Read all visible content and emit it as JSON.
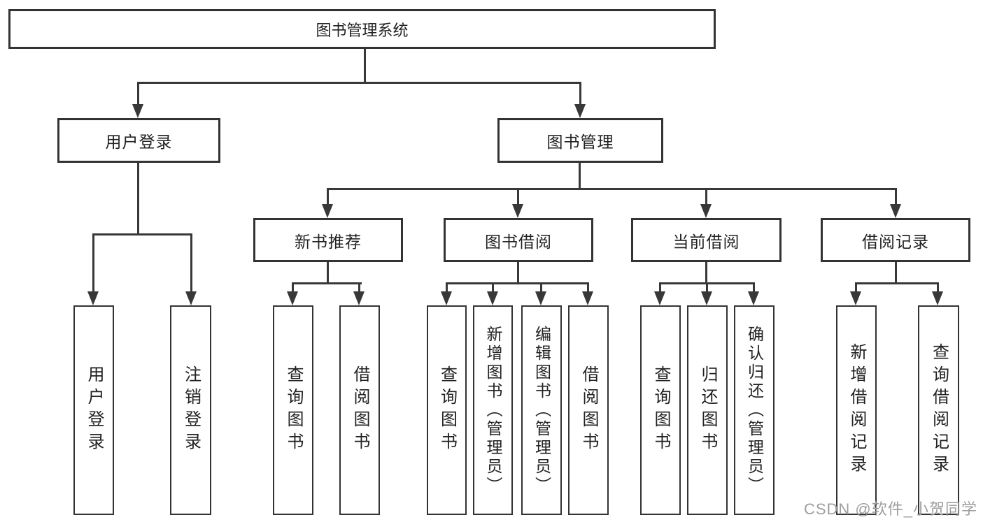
{
  "diagram_title": "图书管理系统",
  "nodes": {
    "root": "图书管理系统",
    "userLoginGroup": "用户登录",
    "bookManagement": "图书管理",
    "newBookRecommend": "新书推荐",
    "bookBorrowing": "图书借阅",
    "currentBorrowing": "当前借阅",
    "borrowingRecords": "借阅记录",
    "userLogin": "用户登录",
    "logoutLogin": "注销登录",
    "nbQueryBooks": "查询图书",
    "nbBorrowBooks": "借阅图书",
    "bbQueryBooks": "查询图书",
    "bbAddBooks": "新增图书（管理员）",
    "bbEditBooks": "编辑图书（管理员）",
    "bbBorrowBooks": "借阅图书",
    "cbQueryBooks": "查询图书",
    "cbReturnBooks": "归还图书",
    "cbConfirmReturn": "确认归还（管理员）",
    "brAddRecord": "新增借阅记录",
    "brQueryRecord": "查询借阅记录"
  },
  "watermark": "CSDN @软件_小贺同学",
  "colors": {
    "line": "#383838",
    "box_border": "#333333",
    "text": "#222222",
    "watermark": "#9e9e9e",
    "background": "#ffffff"
  }
}
